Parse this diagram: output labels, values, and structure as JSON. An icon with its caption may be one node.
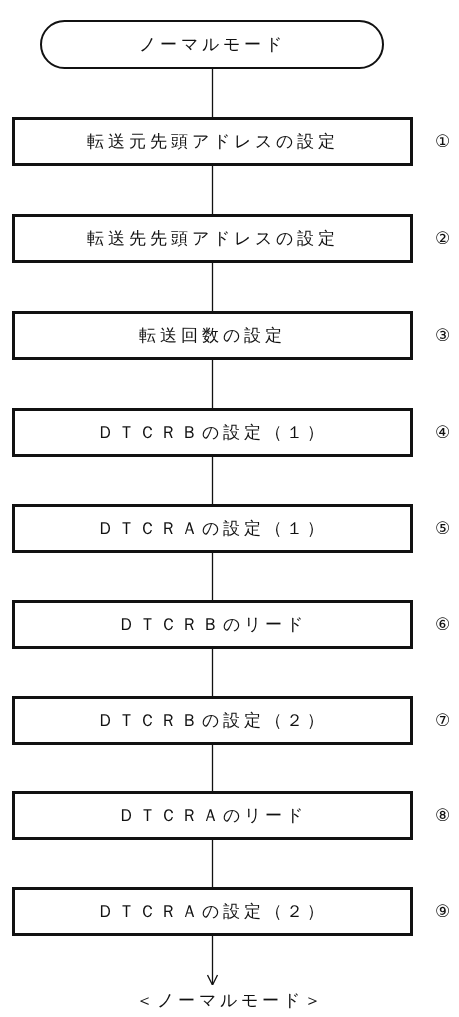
{
  "diagram": {
    "nodes": [
      {
        "text": [
          "ノーマルモード"
        ]
      },
      {
        "text": [
          "転送元先頭アドレスの設定"
        ],
        "beside": [
          "①"
        ]
      },
      {
        "text": [
          "転送先先頭アドレスの設定"
        ],
        "beside": [
          "②"
        ]
      },
      {
        "text": [
          "転送回数の設定"
        ],
        "beside": [
          "③"
        ]
      },
      {
        "text": [
          "ＤＴＣＲＢの設定（１）"
        ],
        "beside": [
          "④"
        ]
      },
      {
        "text": [
          "ＤＴＣＲＡの設定（１）"
        ],
        "beside": [
          "⑤"
        ]
      },
      {
        "text": [
          "ＤＴＣＲＢのリード"
        ],
        "beside": [
          "⑥"
        ]
      },
      {
        "text": [
          "ＤＴＣＲＢの設定（２）"
        ],
        "beside": [
          "⑦"
        ]
      },
      {
        "text": [
          "ＤＴＣＲＡのリード"
        ],
        "beside": [
          "⑧"
        ]
      },
      {
        "text": [
          "ＤＴＣＲＡの設定（２）"
        ],
        "beside": [
          "⑨"
        ]
      },
      {
        "text": [
          "＜ノーマルモード＞"
        ]
      }
    ],
    "edges": [
      {
        "from": 0,
        "to": 1,
        "arrow": "none"
      },
      {
        "from": 1,
        "to": 2,
        "arrow": "none"
      },
      {
        "from": 2,
        "to": 3,
        "arrow": "none"
      },
      {
        "from": 3,
        "to": 4,
        "arrow": "none"
      },
      {
        "from": 4,
        "to": 5,
        "arrow": "none"
      },
      {
        "from": 5,
        "to": 6,
        "arrow": "none"
      },
      {
        "from": 6,
        "to": 7,
        "arrow": "none"
      },
      {
        "from": 7,
        "to": 8,
        "arrow": "none"
      },
      {
        "from": 8,
        "to": 9,
        "arrow": "none"
      },
      {
        "from": 9,
        "to": 10,
        "arrow": "to"
      }
    ]
  }
}
